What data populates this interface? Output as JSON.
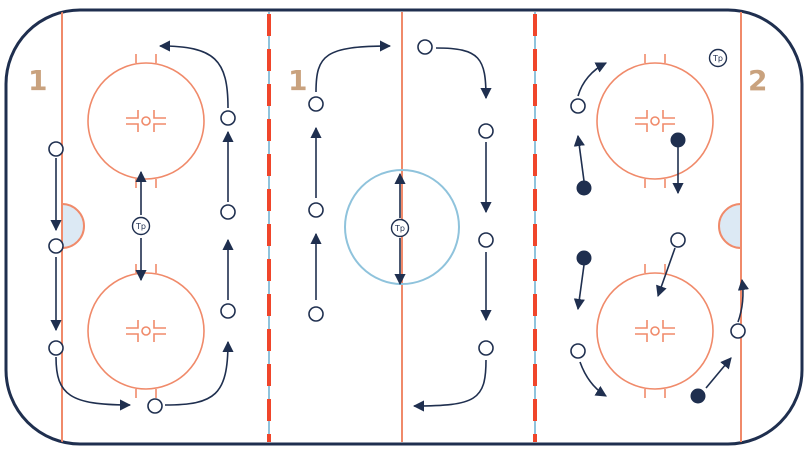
{
  "zone_labels": {
    "left_goal_line": "1",
    "left_blue_line": "1",
    "right_goal_line": "2"
  },
  "markers": {
    "tp_left": "Tp",
    "tp_center": "Tp",
    "tp_right": "Tp"
  },
  "colors": {
    "boards": "#1f2f4f",
    "red_line": "#f08a6a",
    "blue_line": "#8fc3dc",
    "dash_red": "#f0452a",
    "crease_fill": "#dce9f4",
    "arrow": "#1f2f4f"
  }
}
